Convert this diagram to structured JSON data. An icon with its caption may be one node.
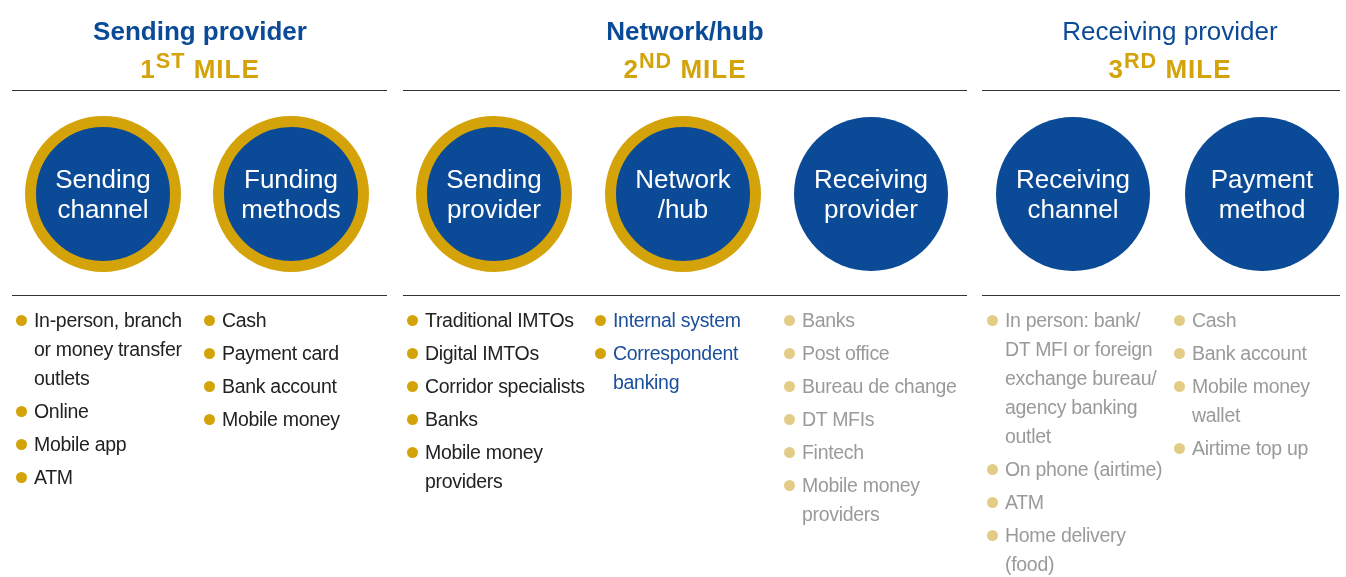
{
  "diagram": {
    "nodes": [
      {
        "text": [
          "Sending channel"
        ],
        "beside": [
          "In-person, branch or money transfer outlets",
          "Online",
          "Mobile app",
          "ATM"
        ]
      },
      {
        "text": [
          "Funding methods"
        ],
        "beside": [
          "Cash",
          "Payment card",
          "Bank account",
          "Mobile money"
        ]
      },
      {
        "text": [
          "Sending provider"
        ],
        "beside": [
          "Traditional IMTOs",
          "Digital IMTOs",
          "Corridor specialists",
          "Banks",
          "Mobile money providers"
        ]
      },
      {
        "text": [
          "Network /hub"
        ],
        "beside": [
          "Internal system",
          "Correspondent banking"
        ]
      },
      {
        "text": [
          "Receiving provider"
        ],
        "beside": [
          "Banks",
          "Post office",
          "Bureau de change",
          "DT MFIs",
          "Fintech",
          "Mobile money providers"
        ]
      },
      {
        "text": [
          "Receiving channel"
        ],
        "beside": [
          "In person: bank/ DT MFI or foreign exchange bureau/ agency banking outlet",
          "On phone (airtime)",
          "ATM",
          "Home delivery (food)"
        ]
      },
      {
        "text": [
          "Payment method"
        ],
        "beside": [
          "Cash",
          "Bank account",
          "Mobile money wallet",
          "Airtime top up"
        ]
      }
    ],
    "labels": [
      "Sending provider",
      "1$^{ST}$ MILE",
      "Network/hub",
      "2$^{ND}$ MILE",
      "Receiving provider",
      "3$^{RD}$ MILE"
    ]
  }
}
